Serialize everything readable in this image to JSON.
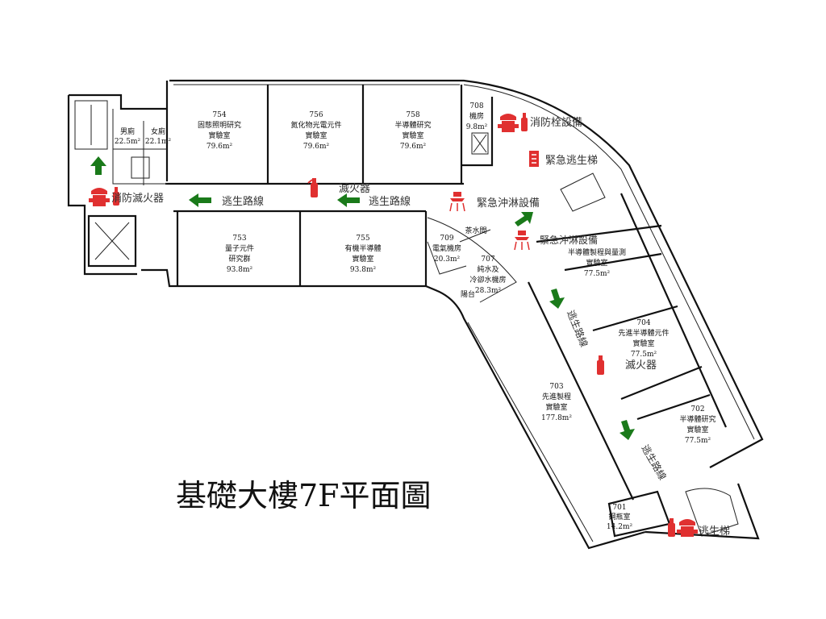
{
  "title": "基礎大樓7F平面圖",
  "rooms": {
    "r754": {
      "no": "754",
      "name1": "固態照明研究",
      "name2": "實驗室",
      "area": "79.6m²"
    },
    "r756": {
      "no": "756",
      "name1": "氮化物光電元件",
      "name2": "實驗室",
      "area": "79.6m²"
    },
    "r758": {
      "no": "758",
      "name1": "半導體研究",
      "name2": "實驗室",
      "area": "79.6m²"
    },
    "r708": {
      "no": "708",
      "name1": "機房",
      "area": "9.8m²"
    },
    "men": {
      "name": "男廁",
      "area": "22.5m²"
    },
    "women": {
      "name": "女廁",
      "area": "22.1m²"
    },
    "r753": {
      "no": "753",
      "name1": "量子元件",
      "name2": "研究群",
      "area": "93.8m²"
    },
    "r755": {
      "no": "755",
      "name1": "有機半導體",
      "name2": "實驗室",
      "area": "93.8m²"
    },
    "r709": {
      "no": "709",
      "name1": "電氣機房",
      "area": "20.3m²"
    },
    "tea": {
      "name": "茶水間"
    },
    "r707": {
      "no": "707",
      "name1": "純水及",
      "name2": "冷卻水機房",
      "area": "28.3m²"
    },
    "balcony": {
      "name": "陽台"
    },
    "r706": {
      "name1": "半導體製程與量測",
      "name2": "實驗室",
      "area": "77.5m²"
    },
    "r704": {
      "no": "704",
      "name1": "先進半導體元件",
      "name2": "實驗室",
      "area": "77.5m²"
    },
    "r703": {
      "no": "703",
      "name1": "先進製程",
      "name2": "實驗室",
      "area": "177.8m²"
    },
    "r702": {
      "no": "702",
      "name1": "半導體研究",
      "name2": "實驗室",
      "area": "77.5m²"
    },
    "r701": {
      "no": "701",
      "name1": "鋼瓶室",
      "area": "14.2m²"
    }
  },
  "labels": {
    "fire_hydrant_top": "消防栓設備",
    "emergency_cabinet": "緊急逃生梯",
    "fire_hydrant_left": "消防滅火器",
    "exit_route_1": "逃生路線",
    "extinguisher_mid": "滅火器",
    "exit_route_2": "逃生路線",
    "shower_1": "緊急沖淋設備",
    "shower_2": "緊急沖淋設備",
    "exit_route_diag1": "逃生路線",
    "extinguisher_right": "滅火器",
    "exit_route_diag2": "逃生路線",
    "stair_bottom": "逃生梯"
  },
  "colors": {
    "safety": "#e03030",
    "arrow": "#1a7a1a",
    "wall": "#111111"
  }
}
